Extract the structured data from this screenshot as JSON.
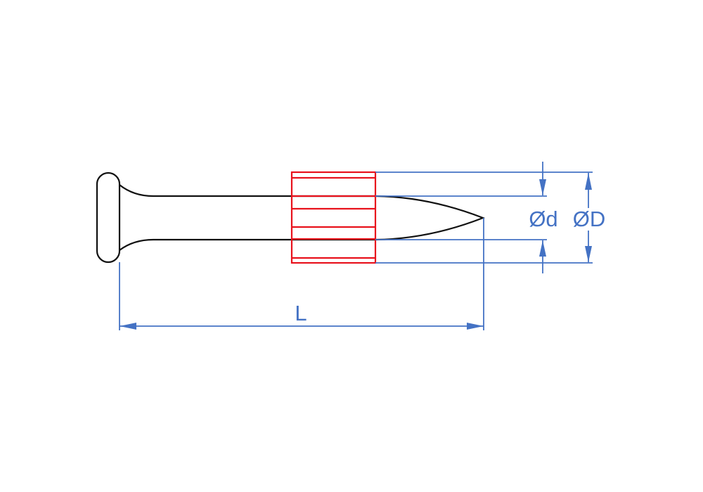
{
  "labels": {
    "length": "L",
    "shank_diameter": "Ød",
    "washer_diameter": "ØD"
  },
  "colors": {
    "outline": "#111111",
    "washer": "#e8121c",
    "dimension": "#4472c4"
  }
}
